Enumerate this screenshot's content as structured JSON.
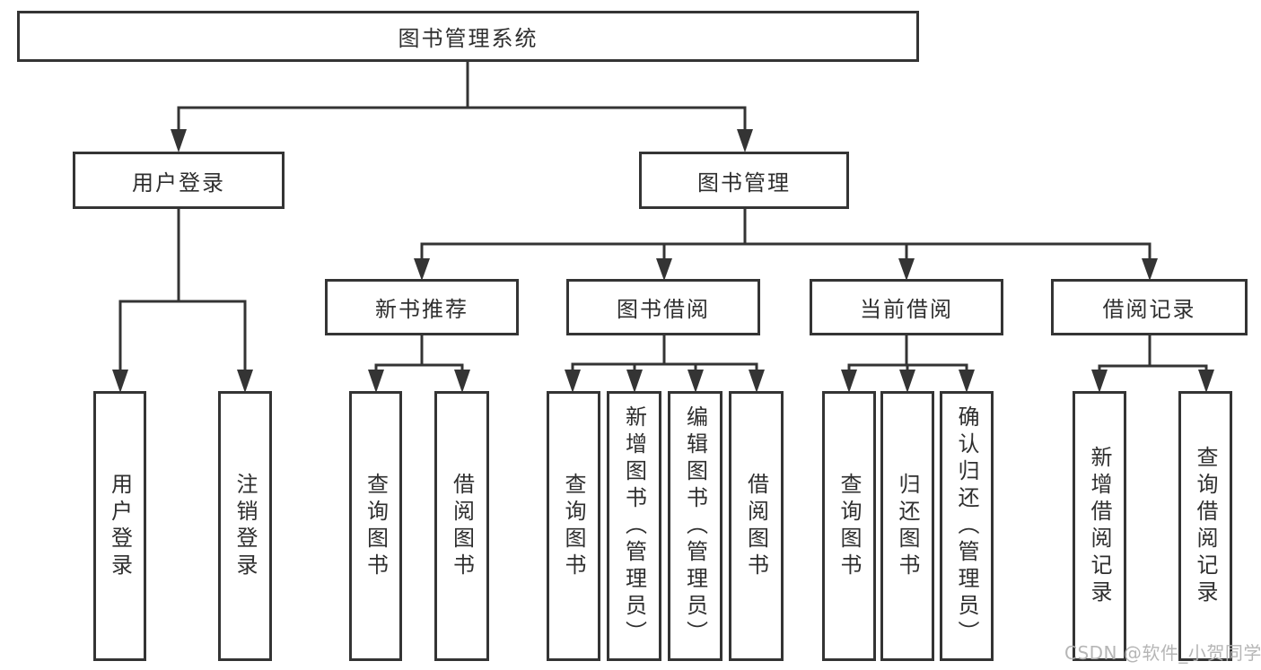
{
  "diagram": {
    "root": "图书管理系统",
    "level2": [
      "用户登录",
      "图书管理"
    ],
    "level3": [
      "新书推荐",
      "图书借阅",
      "当前借阅",
      "借阅记录"
    ],
    "leaves": {
      "user_login": [
        "用户登录",
        "注销登录"
      ],
      "new_books": [
        "查询图书",
        "借阅图书"
      ],
      "book_borrow": [
        "查询图书",
        "新增图书（管理员）",
        "编辑图书（管理员）",
        "借阅图书"
      ],
      "current_borrow": [
        "查询图书",
        "归还图书",
        "确认归还（管理员）"
      ],
      "borrow_records": [
        "新增借阅记录",
        "查询借阅记录"
      ]
    }
  },
  "watermark": {
    "text": "CSDN @软件_小贺同学"
  },
  "colors": {
    "line": "#343434",
    "text": "#2f2f2f",
    "watermark": "#b2b2b2",
    "background": "#ffffff"
  }
}
